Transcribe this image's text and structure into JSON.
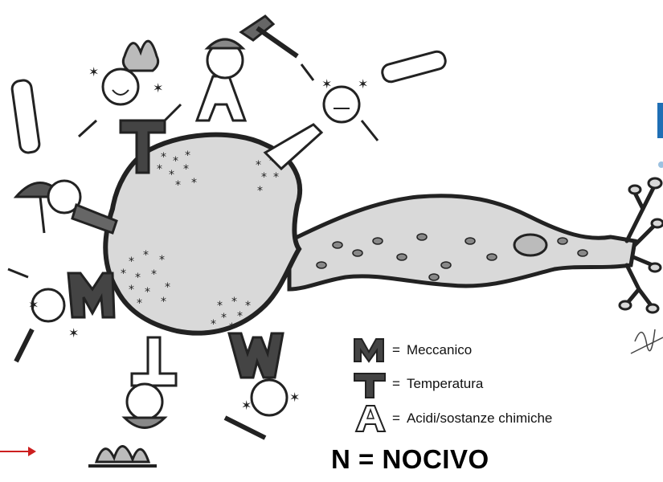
{
  "figure_letters": {
    "mechanical": "M",
    "temperature": "T",
    "acid": "A"
  },
  "legend": [
    {
      "letter": "M",
      "label": "Meccanico"
    },
    {
      "letter": "T",
      "label": "Temperatura"
    },
    {
      "letter": "A",
      "label": "Acidi/sostanze chimiche"
    }
  ],
  "equals": "=",
  "footer_text": "N = NOCIVO",
  "colors": {
    "cell_fill": "#d9d9d9",
    "outline": "#222222",
    "arrow": "#cc1f1f",
    "logo_blue": "#1f6fb5"
  }
}
